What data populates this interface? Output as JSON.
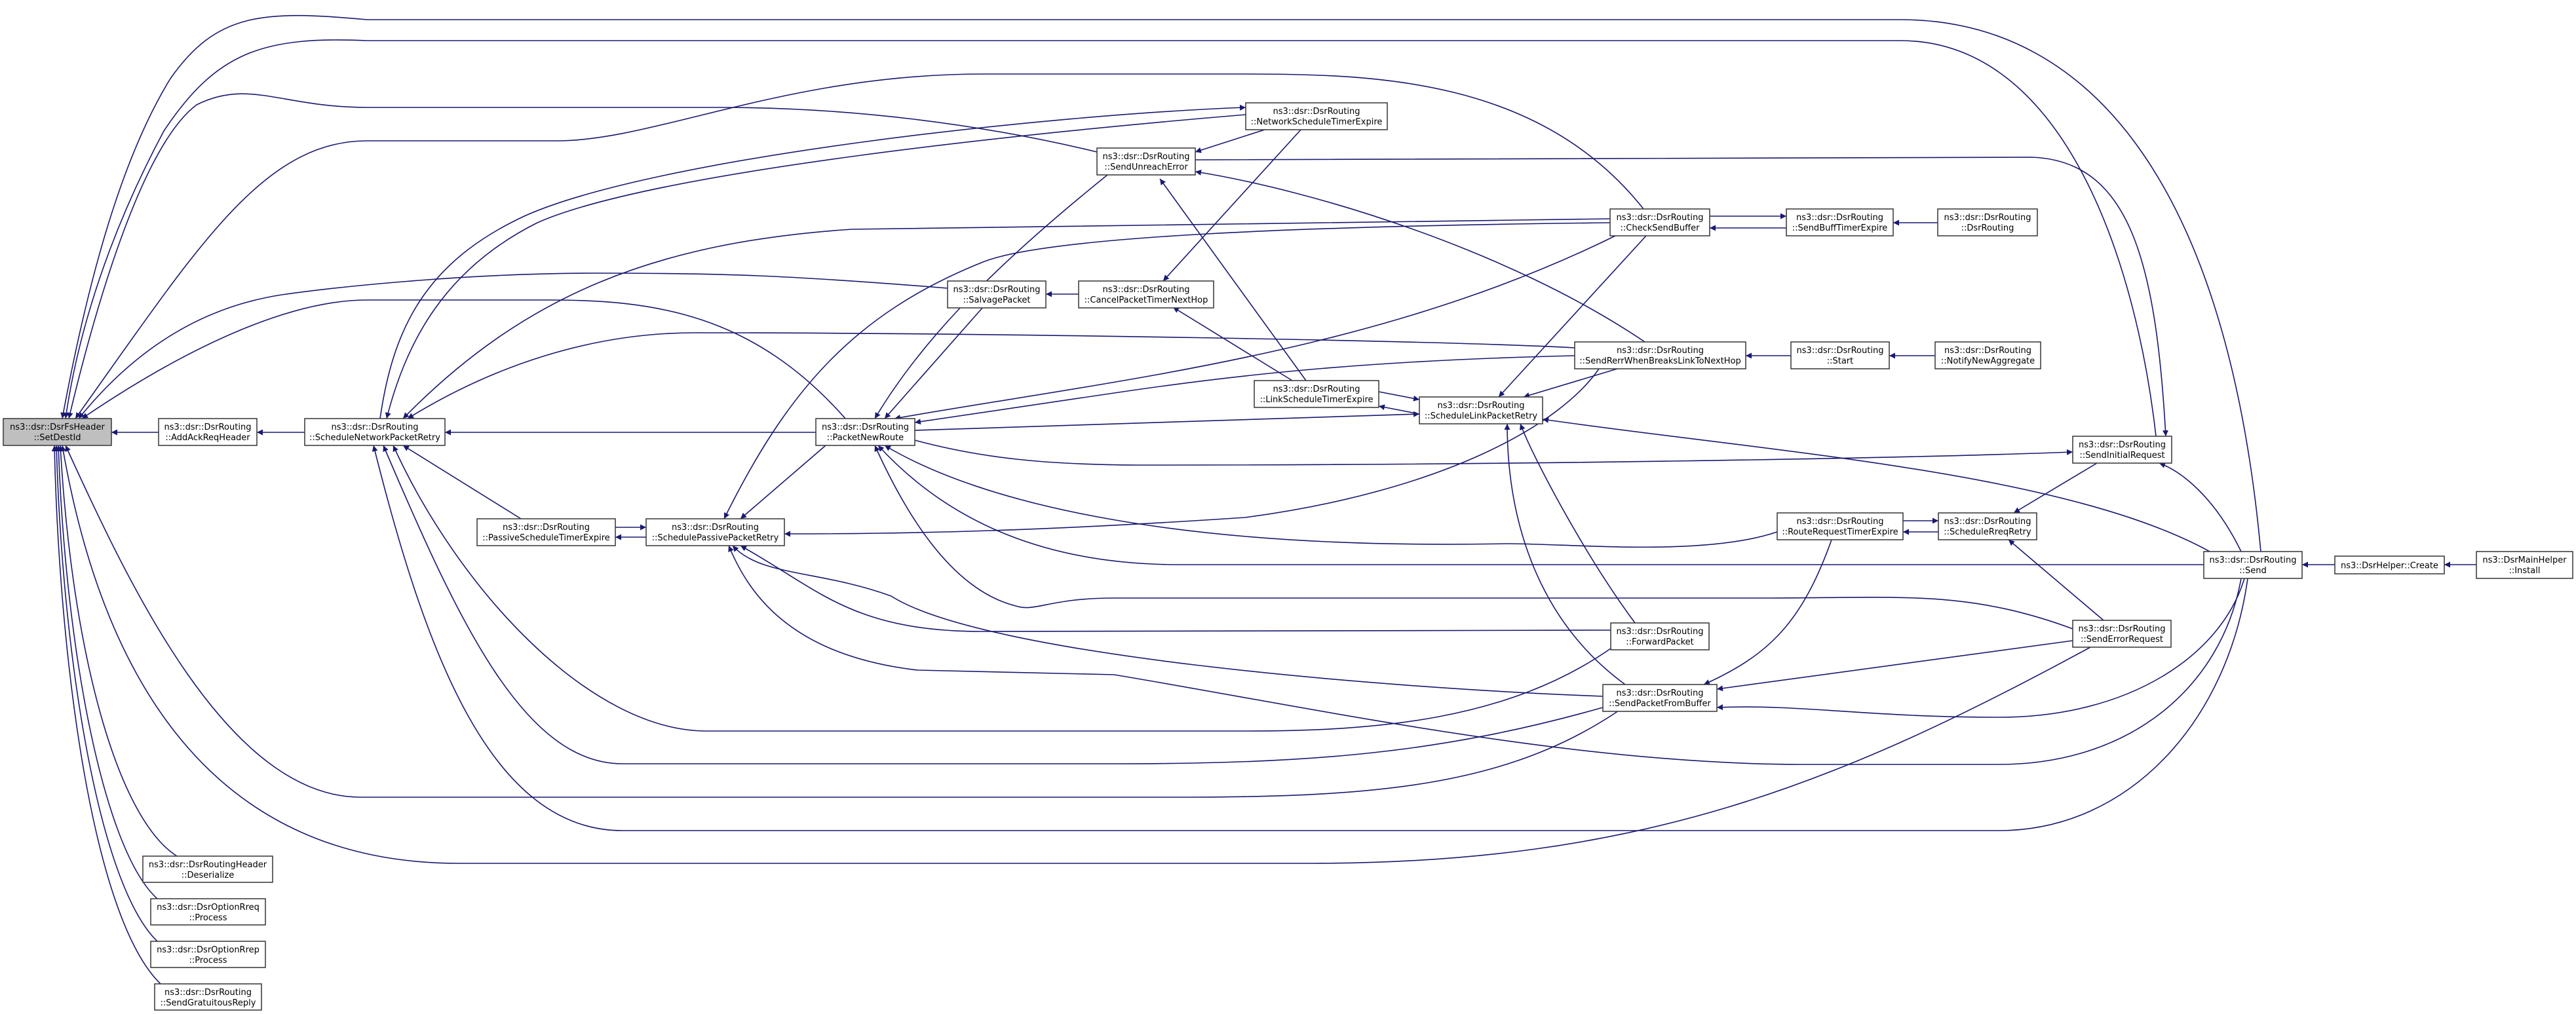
{
  "nodes": [
    {
      "l1": "ns3::dsr::DsrFsHeader",
      "l2": "::SetDestId"
    },
    {
      "l1": "ns3::dsr::DsrRouting",
      "l2": "::AddAckReqHeader"
    },
    {
      "l1": "ns3::dsr::DsrRouting",
      "l2": "::ScheduleNetworkPacketRetry"
    },
    {
      "l1": "ns3::dsr::DsrRouting",
      "l2": "::PassiveScheduleTimerExpire"
    },
    {
      "l1": "ns3::dsr::DsrRouting",
      "l2": "::SchedulePassivePacketRetry"
    },
    {
      "l1": "ns3::dsr::DsrRouting",
      "l2": "::PacketNewRoute"
    },
    {
      "l1": "ns3::dsr::DsrRouting",
      "l2": "::SendUnreachError"
    },
    {
      "l1": "ns3::dsr::DsrRouting",
      "l2": "::NetworkScheduleTimerExpire"
    },
    {
      "l1": "ns3::dsr::DsrRouting",
      "l2": "::SalvagePacket"
    },
    {
      "l1": "ns3::dsr::DsrRouting",
      "l2": "::CancelPacketTimerNextHop"
    },
    {
      "l1": "ns3::dsr::DsrRouting",
      "l2": "::LinkScheduleTimerExpire"
    },
    {
      "l1": "ns3::dsr::DsrRouting",
      "l2": "::ScheduleLinkPacketRetry"
    },
    {
      "l1": "ns3::dsr::DsrRouting",
      "l2": "::CheckSendBuffer"
    },
    {
      "l1": "ns3::dsr::DsrRouting",
      "l2": "::SendRerrWhenBreaksLinkToNextHop"
    },
    {
      "l1": "ns3::dsr::DsrRouting",
      "l2": "::SendBuffTimerExpire"
    },
    {
      "l1": "ns3::dsr::DsrRouting",
      "l2": "::DsrRouting"
    },
    {
      "l1": "ns3::dsr::DsrRouting",
      "l2": "::Start"
    },
    {
      "l1": "ns3::dsr::DsrRouting",
      "l2": "::NotifyNewAggregate"
    },
    {
      "l1": "ns3::dsr::DsrRouting",
      "l2": "::SendInitialRequest"
    },
    {
      "l1": "ns3::dsr::DsrRouting",
      "l2": "::RouteRequestTimerExpire"
    },
    {
      "l1": "ns3::dsr::DsrRouting",
      "l2": "::ScheduleRreqRetry"
    },
    {
      "l1": "ns3::dsr::DsrRouting",
      "l2": "::Send"
    },
    {
      "l1": "ns3::DsrHelper::Create",
      "l2": ""
    },
    {
      "l1": "ns3::DsrMainHelper",
      "l2": "::Install"
    },
    {
      "l1": "ns3::dsr::DsrRouting",
      "l2": "::ForwardPacket"
    },
    {
      "l1": "ns3::dsr::DsrRouting",
      "l2": "::SendErrorRequest"
    },
    {
      "l1": "ns3::dsr::DsrRouting",
      "l2": "::SendPacketFromBuffer"
    },
    {
      "l1": "ns3::dsr::DsrRoutingHeader",
      "l2": "::Deserialize"
    },
    {
      "l1": "ns3::dsr::DsrOptionRreq",
      "l2": "::Process"
    },
    {
      "l1": "ns3::dsr::DsrOptionRrep",
      "l2": "::Process"
    },
    {
      "l1": "ns3::dsr::DsrRouting",
      "l2": "::SendGratuitousReply"
    }
  ],
  "colors": {
    "edge": "#191970",
    "root_fill": "#bfbfbf",
    "node_fill": "#ffffff",
    "border": "#404040"
  }
}
